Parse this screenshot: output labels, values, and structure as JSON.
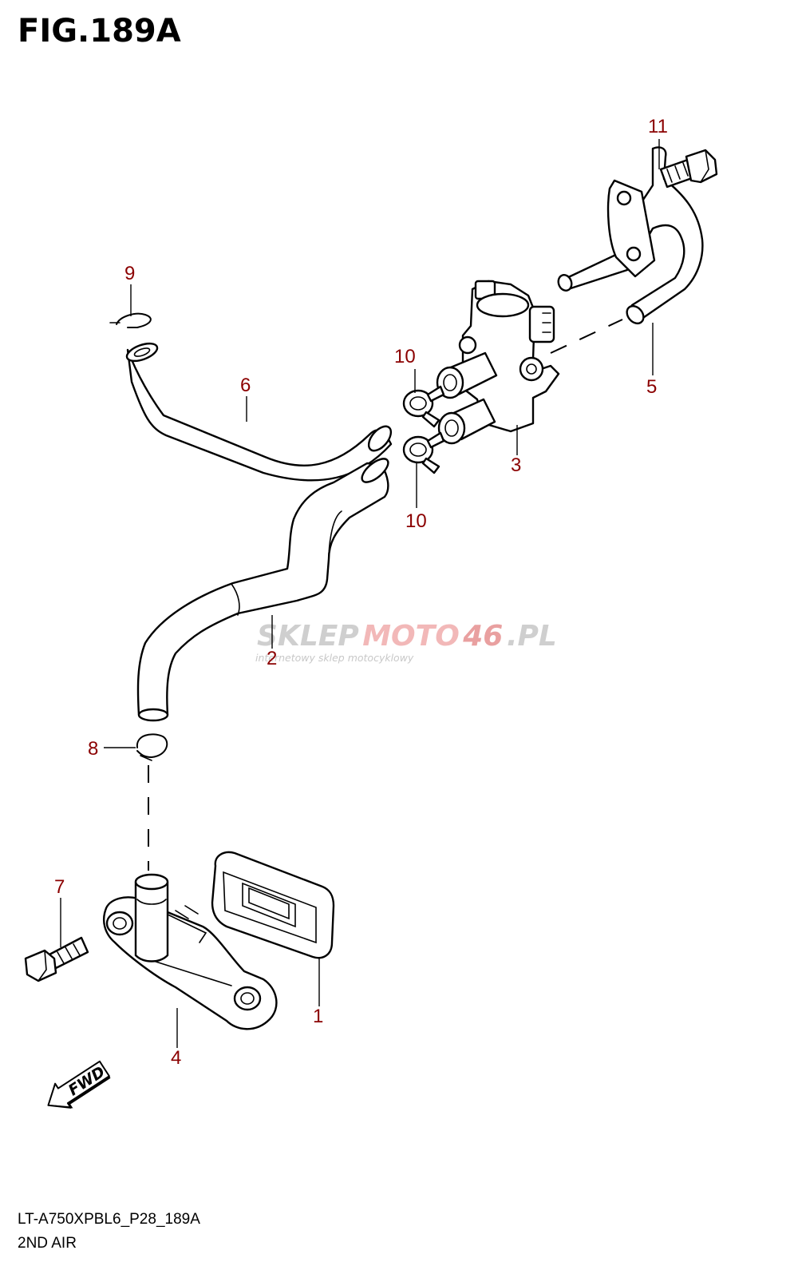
{
  "figure": {
    "title": "FIG.189A"
  },
  "callouts": [
    {
      "id": "c1",
      "label": "1"
    },
    {
      "id": "c2",
      "label": "2"
    },
    {
      "id": "c3",
      "label": "3"
    },
    {
      "id": "c4",
      "label": "4"
    },
    {
      "id": "c5",
      "label": "5"
    },
    {
      "id": "c6",
      "label": "6"
    },
    {
      "id": "c7",
      "label": "7"
    },
    {
      "id": "c8",
      "label": "8"
    },
    {
      "id": "c9",
      "label": "9"
    },
    {
      "id": "c10a",
      "label": "10"
    },
    {
      "id": "c10b",
      "label": "10"
    },
    {
      "id": "c11",
      "label": "11"
    }
  ],
  "watermark": {
    "main_a": "SKLEP",
    "main_b": "MOTO",
    "main_c": "46",
    "main_d": ".PL",
    "sub": "internetowy sklep motocyklowy"
  },
  "fwd_label": "FWD",
  "footer": {
    "code": "LT-A750XPBL6_P28_189A",
    "name": "2ND AIR"
  },
  "colors": {
    "callout": "#8b0000",
    "watermark_accent": "#f2a5a5"
  }
}
